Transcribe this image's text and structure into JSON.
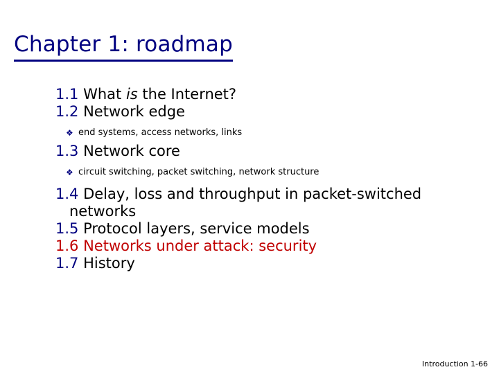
{
  "slide": {
    "title": "Chapter 1: roadmap",
    "title_color": "#000080",
    "accent_red": "#C00000",
    "background": "#FFFFFF",
    "bullet_glyph": "❖",
    "items": [
      {
        "number": "1.1",
        "text_before_italic": " What ",
        "italic": "is",
        "text_after_italic": " the Internet?",
        "color": "#000000"
      },
      {
        "number": "1.2",
        "text": " Network edge",
        "color": "#000000"
      },
      {
        "number": "1.3",
        "text": " Network core",
        "color": "#000000"
      },
      {
        "number": "1.4",
        "text": " Delay, loss and throughput in packet-switched networks",
        "color": "#000000"
      },
      {
        "number": "1.5",
        "text": " Protocol layers, service models",
        "color": "#000000"
      },
      {
        "number": "1.6",
        "text": " Networks under attack: security",
        "color": "#C00000"
      },
      {
        "number": "1.7",
        "text": " History",
        "color": "#000000"
      }
    ],
    "subitems": {
      "edge": "end systems, access networks, links",
      "core": "circuit switching, packet switching, network structure"
    },
    "footer": "Introduction 1-66"
  }
}
